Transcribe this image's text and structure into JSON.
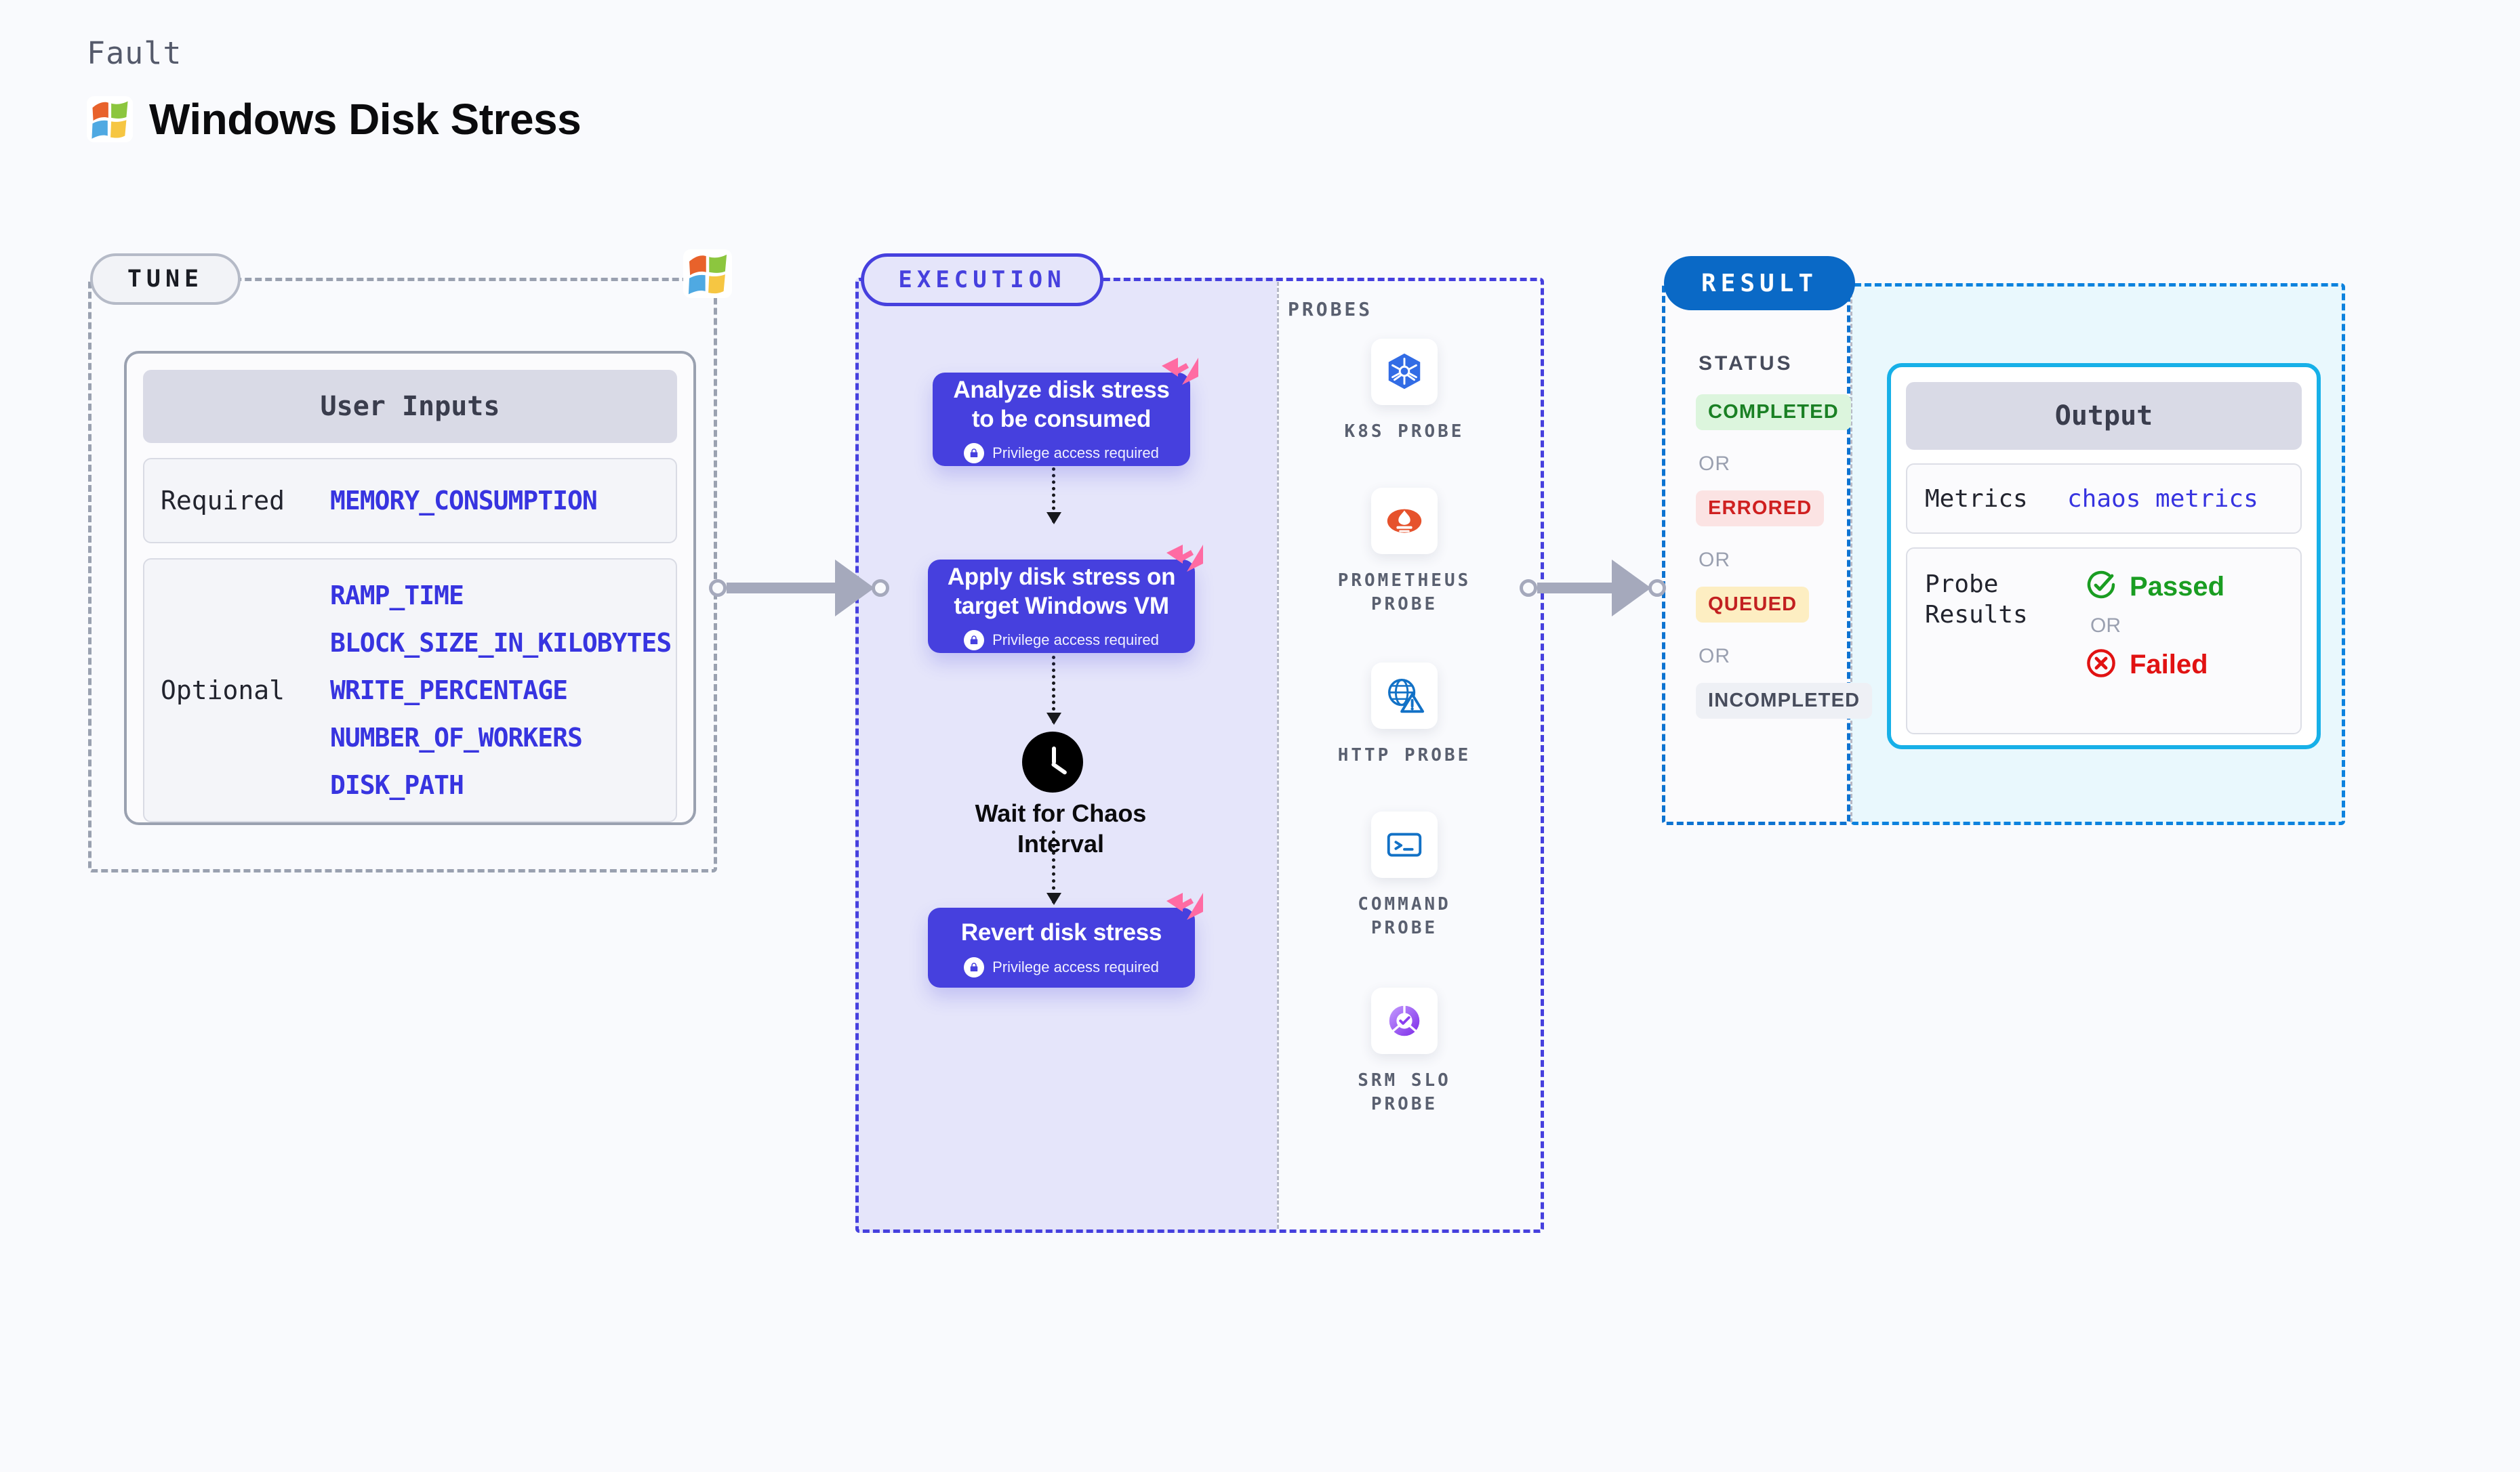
{
  "header": {
    "eyebrow": "Fault",
    "title": "Windows Disk Stress",
    "icon": "windows-logo-icon"
  },
  "tune": {
    "pill_label": "TUNE",
    "card_title": "User Inputs",
    "required_label": "Required",
    "required_values": [
      "MEMORY_CONSUMPTION"
    ],
    "optional_label": "Optional",
    "optional_values": [
      "RAMP_TIME",
      "BLOCK_SIZE_IN_KILOBYTES",
      "WRITE_PERCENTAGE",
      "NUMBER_OF_WORKERS",
      "DISK_PATH"
    ],
    "platform_icon": "windows-logo-icon",
    "accent": "#9aa1b0"
  },
  "execution": {
    "pill_label": "EXECUTION",
    "accent": "#4640de",
    "fill": "#e5e5fa",
    "privilege_text": "Privilege access required",
    "steps": [
      {
        "title": "Analyze disk stress to be consumed",
        "privilege": true,
        "badge": "harness-logo-icon"
      },
      {
        "title": "Apply disk stress on target Windows VM",
        "privilege": true,
        "badge": "harness-logo-icon"
      },
      {
        "title": "Revert disk stress",
        "privilege": true,
        "badge": "harness-logo-icon"
      }
    ],
    "wait": {
      "label": "Wait for Chaos Interval",
      "icon": "clock-icon"
    },
    "probes_label": "PROBES",
    "probes": [
      {
        "label": "K8S PROBE",
        "icon": "kubernetes-icon",
        "color": "#2f6fd0"
      },
      {
        "label": "PROMETHEUS PROBE",
        "icon": "prometheus-icon",
        "color": "#e6522c"
      },
      {
        "label": "HTTP PROBE",
        "icon": "http-globe-warning-icon",
        "color": "#1271c6"
      },
      {
        "label": "COMMAND PROBE",
        "icon": "terminal-icon",
        "color": "#1271c6"
      },
      {
        "label": "SRM SLO PROBE",
        "icon": "srm-slo-icon",
        "color": "#8b3ef0"
      }
    ]
  },
  "result": {
    "pill_label": "RESULT",
    "pill_color": "#0a69c6",
    "status_label": "STATUS",
    "or_label": "OR",
    "statuses": [
      {
        "label": "COMPLETED",
        "bg": "#dcf5dd",
        "fg": "#1a8024"
      },
      {
        "label": "ERRORED",
        "bg": "#fbe3e3",
        "fg": "#cf2020"
      },
      {
        "label": "QUEUED",
        "bg": "#fdeec2",
        "fg": "#c22020"
      },
      {
        "label": "INCOMPLETED",
        "bg": "#eef0f5",
        "fg": "#474c5c"
      }
    ],
    "output": {
      "title": "Output",
      "metrics_label": "Metrics",
      "metrics_value": "chaos metrics",
      "probe_results_label": "Probe Results",
      "passed_label": "Passed",
      "failed_label": "Failed",
      "or_label": "OR",
      "passed_color": "#1a9d22",
      "failed_color": "#e11212",
      "border_color": "#17b0e8",
      "fill": "#e9f8fd"
    }
  }
}
